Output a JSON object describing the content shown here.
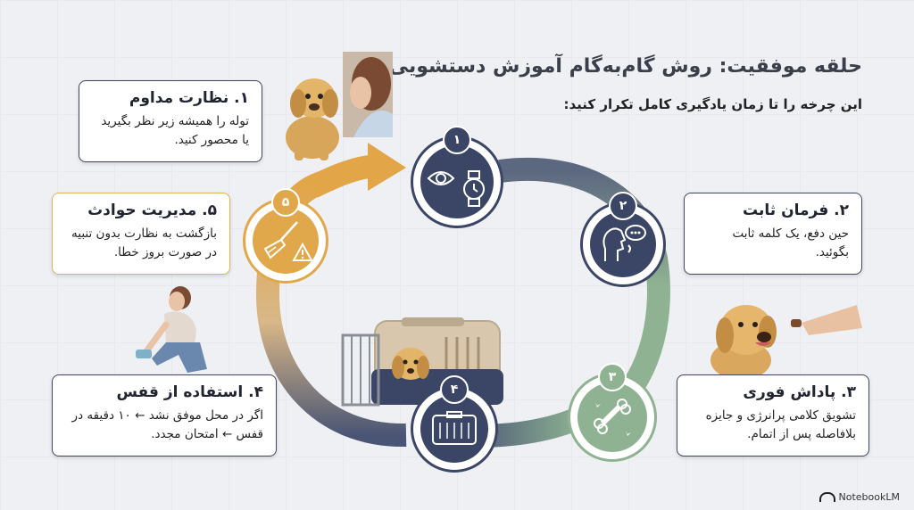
{
  "title": "حلقه موفقیت: روش گام‌به‌گام آموزش دستشویی",
  "subtitle": "این چرخه را تا زمان یادگیری کامل تکرار کنید:",
  "steps": [
    {
      "num": "۱",
      "heading": "۱. نظارت مداوم",
      "body": "توله را همیشه زیر نظر بگیرید یا محصور کنید.",
      "color": "#3b4667"
    },
    {
      "num": "۲",
      "heading": "۲. فرمان ثابت",
      "body": "حین دفع، یک کلمه ثابت بگوئید.",
      "color": "#3b4667"
    },
    {
      "num": "۳",
      "heading": "۳. پاداش فوری",
      "body": "تشویق کلامی پرانرژی و جایزه بلافاصله پس از اتمام.",
      "color": "#8fb392"
    },
    {
      "num": "۴",
      "heading": "۴. استفاده از قفس",
      "body": "اگر در محل موفق نشد ← ۱۰ دقیقه در قفس ← امتحان مجدد.",
      "color": "#3b4667"
    },
    {
      "num": "۵",
      "heading": "۵. مدیریت حوادث",
      "body": "بازگشت به نظارت بدون تنبیه در صورت بروز خطا.",
      "color": "#e0a84a"
    }
  ],
  "brand": "NotebookLM",
  "icons": [
    "eye-icon",
    "watch-icon",
    "speaking-person-icon",
    "bone-icon",
    "crate-icon",
    "broom-icon",
    "warning-icon"
  ]
}
